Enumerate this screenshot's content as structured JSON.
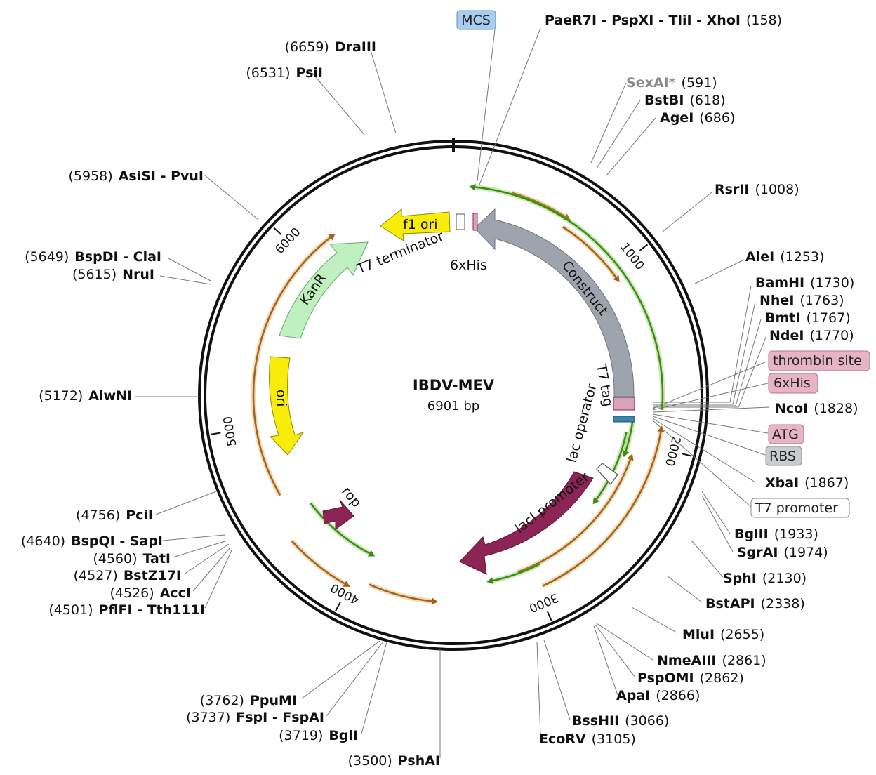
{
  "plasmid": {
    "name": "IBDV-MEV",
    "size_label": "6901 bp",
    "total_bp": 6901
  },
  "colors": {
    "backbone": "#111111",
    "orf_orange": "#d99436",
    "orf_green": "#6abf2d",
    "construct": "#9ea4ad",
    "laci": "#8c2455",
    "kanr": "#bff0bf",
    "ori": "#f7ec0a",
    "f1ori": "#f7ec0a",
    "rop": "#8c2455",
    "mcs_box": "#a9cdee",
    "feature_box_pink": "#e7b4c6",
    "feature_box_gray": "#c9cbcf"
  },
  "ticks": [
    {
      "bp": 1000,
      "label": "1000"
    },
    {
      "bp": 2000,
      "label": "2000"
    },
    {
      "bp": 3000,
      "label": "3000"
    },
    {
      "bp": 4000,
      "label": "4000"
    },
    {
      "bp": 5000,
      "label": "5000"
    },
    {
      "bp": 6000,
      "label": "6000"
    }
  ],
  "sites": {
    "mcs_badge": "MCS",
    "paer7i": {
      "name": "PaeR7I - PspXI - TliI - XhoI",
      "pos": "(158)"
    },
    "sexai": {
      "name": "SexAI*",
      "pos": "(591)"
    },
    "bstbi": {
      "name": "BstBI",
      "pos": "(618)"
    },
    "agei": {
      "name": "AgeI",
      "pos": "(686)"
    },
    "rsrii": {
      "name": "RsrII",
      "pos": "(1008)"
    },
    "alei": {
      "name": "AleI",
      "pos": "(1253)"
    },
    "bamhi": {
      "name": "BamHI",
      "pos": "(1730)"
    },
    "nhei": {
      "name": "NheI",
      "pos": "(1763)"
    },
    "bmti": {
      "name": "BmtI",
      "pos": "(1767)"
    },
    "ndei": {
      "name": "NdeI",
      "pos": "(1770)"
    },
    "thrombin": "thrombin site",
    "his_box": "6xHis",
    "ncoi": {
      "name": "NcoI",
      "pos": "(1828)"
    },
    "atg": "ATG",
    "rbs": "RBS",
    "xbai": {
      "name": "XbaI",
      "pos": "(1867)"
    },
    "t7prom": "T7 promoter",
    "bglii": {
      "name": "BglII",
      "pos": "(1933)"
    },
    "sgrai": {
      "name": "SgrAI",
      "pos": "(1974)"
    },
    "sphi": {
      "name": "SphI",
      "pos": "(2130)"
    },
    "bstapi": {
      "name": "BstAPI",
      "pos": "(2338)"
    },
    "mlui": {
      "name": "MluI",
      "pos": "(2655)"
    },
    "nmeaiii": {
      "name": "NmeAIII",
      "pos": "(2861)"
    },
    "pspomi": {
      "name": "PspOMI",
      "pos": "(2862)"
    },
    "apai": {
      "name": "ApaI",
      "pos": "(2866)"
    },
    "bsshii": {
      "name": "BssHII",
      "pos": "(3066)"
    },
    "ecorv": {
      "name": "EcoRV",
      "pos": "(3105)"
    },
    "pshai": {
      "name": "PshAI",
      "pos": "(3500)"
    },
    "bgli": {
      "name": "BglI",
      "pos": "(3719)"
    },
    "fspi": {
      "name": "FspI - FspAI",
      "pos": "(3737)"
    },
    "ppumi": {
      "name": "PpuMI",
      "pos": "(3762)"
    },
    "pflfi": {
      "name": "PflFI - Tth111I",
      "pos": "(4501)"
    },
    "acci": {
      "name": "AccI",
      "pos": "(4526)"
    },
    "bstz17i": {
      "name": "BstZ17I",
      "pos": "(4527)"
    },
    "tati": {
      "name": "TatI",
      "pos": "(4560)"
    },
    "bspqi": {
      "name": "BspQI - SapI",
      "pos": "(4640)"
    },
    "pcii": {
      "name": "PciI",
      "pos": "(4756)"
    },
    "alwni": {
      "name": "AlwNI",
      "pos": "(5172)"
    },
    "nrui": {
      "name": "NruI",
      "pos": "(5615)"
    },
    "bspdi": {
      "name": "BspDI - ClaI",
      "pos": "(5649)"
    },
    "asisi": {
      "name": "AsiSI - PvuI",
      "pos": "(5958)"
    },
    "psii": {
      "name": "PsiI",
      "pos": "(6531)"
    },
    "draiii": {
      "name": "DraIII",
      "pos": "(6659)"
    }
  },
  "features": {
    "f1_ori": "f1 ori",
    "t7_terminator": "T7 terminator",
    "his6": "6xHis",
    "construct": "Construct",
    "t7_tag": "T7 tag",
    "lac_operator": "lac operator",
    "laci_promoter": "lacI promoter",
    "laci": "lacI",
    "kanr": "KanR",
    "ori": "ori",
    "rop": "rop"
  }
}
